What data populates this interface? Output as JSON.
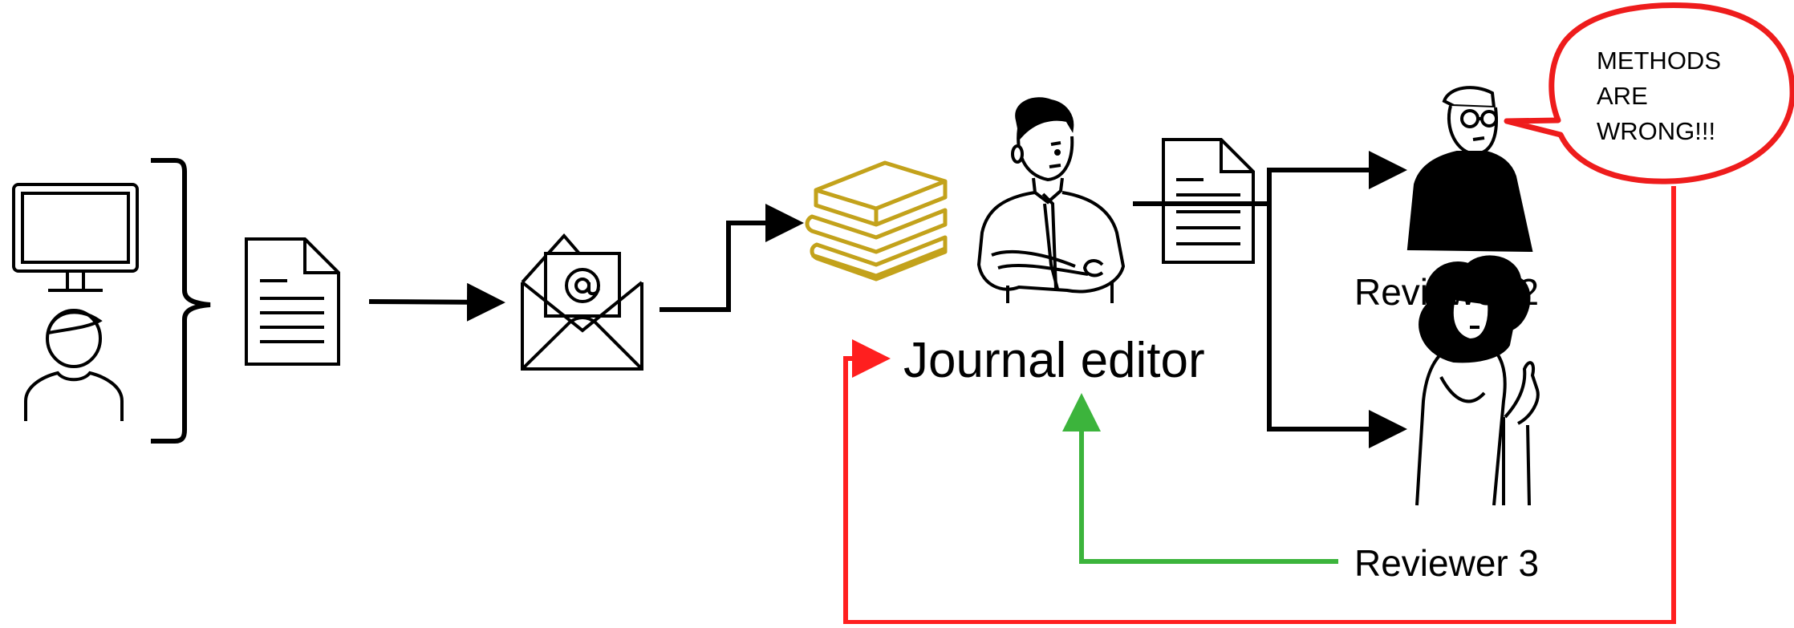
{
  "colors": {
    "background": "#ffffff",
    "ink": "#000000",
    "books": "#c3a21b",
    "reject_path": "#ff1f1f",
    "accept_path": "#3cb43c",
    "bubble_outline": "#ee1c1c"
  },
  "labels": {
    "journal_editor": "Journal editor",
    "reviewer_2": "Reviewer 2",
    "reviewer_3": "Reviewer 3"
  },
  "speech_bubble": {
    "lines": [
      "METHODS",
      "ARE",
      "WRONG!!!"
    ]
  },
  "icons": {
    "author": "computer-user-icon",
    "manuscript": "document-icon",
    "submission": "email-envelope-icon",
    "journal": "books-stack-icon",
    "editor": "editor-person-icon",
    "forwarded_manuscript": "document-icon",
    "reviewer_2": "reviewer-man-icon",
    "reviewer_3": "reviewer-woman-icon"
  }
}
